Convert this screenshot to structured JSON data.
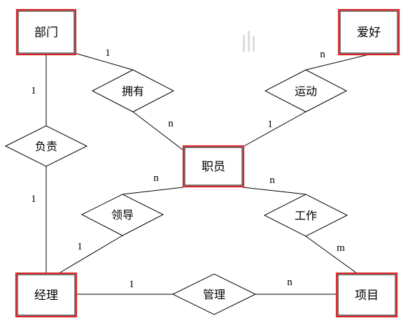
{
  "entities": {
    "dept": "部门",
    "hobby": "爱好",
    "employee": "职员",
    "manager": "经理",
    "project": "项目"
  },
  "relations": {
    "own": "拥有",
    "sport": "运动",
    "responsible": "负责",
    "lead": "领导",
    "work": "工作",
    "manage": "管理"
  },
  "cardinalities": {
    "dept_own": "1",
    "own_employee": "n",
    "hobby_sport": "n",
    "sport_employee": "1",
    "dept_responsible": "1",
    "responsible_manager": "1",
    "lead_employee": "n",
    "lead_manager": "1",
    "work_employee": "n",
    "work_project": "m",
    "manage_manager": "1",
    "manage_project": "n"
  },
  "colors": {
    "highlight": "#d9262a",
    "line": "#000000"
  }
}
